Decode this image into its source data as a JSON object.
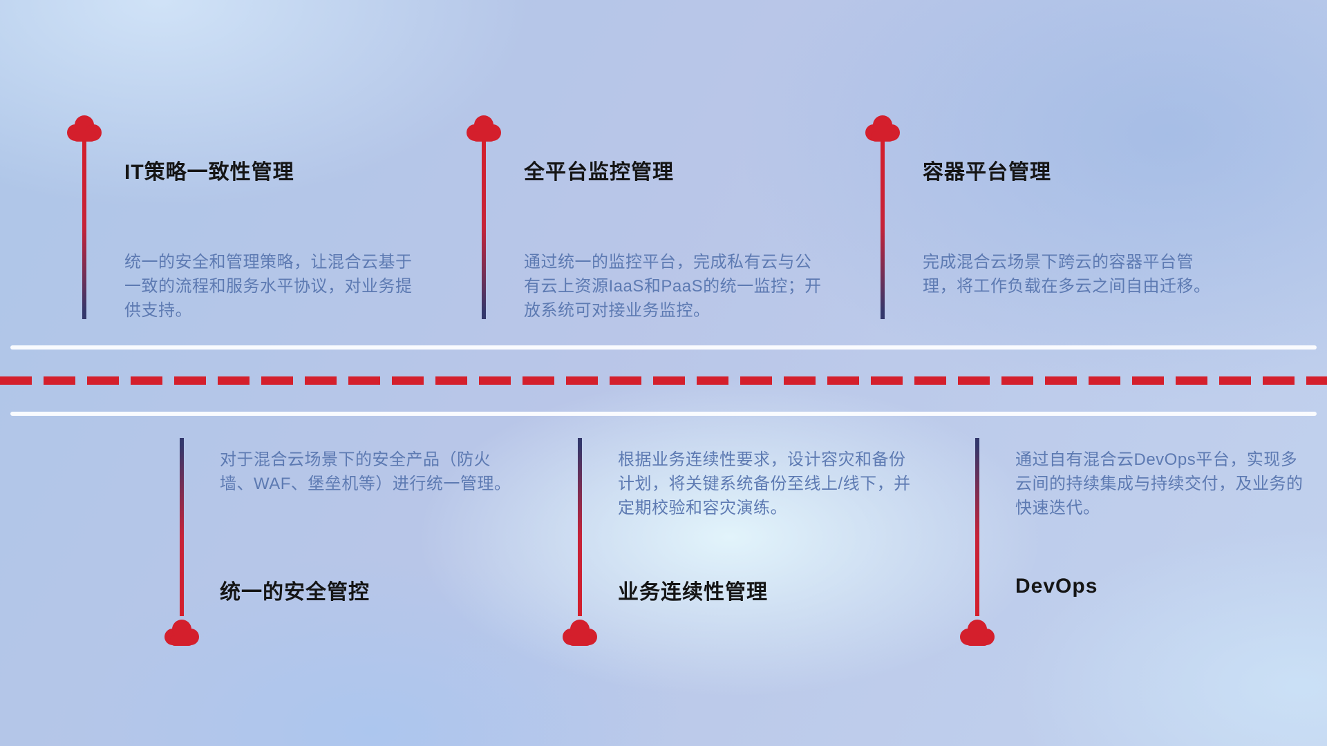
{
  "top_items": [
    {
      "title": "IT策略一致性管理",
      "description": "统一的安全和管理策略，让混合云基于一致的流程和服务水平协议，对业务提供支持。"
    },
    {
      "title": "全平台监控管理",
      "description": "通过统一的监控平台，完成私有云与公有云上资源IaaS和PaaS的统一监控；开放系统可对接业务监控。"
    },
    {
      "title": "容器平台管理",
      "description": "完成混合云场景下跨云的容器平台管理，将工作负载在多云之间自由迁移。"
    }
  ],
  "bottom_items": [
    {
      "title": "统一的安全管控",
      "description": "对于混合云场景下的安全产品（防火墙、WAF、堡垒机等）进行统一管理。"
    },
    {
      "title": "业务连续性管理",
      "description": "根据业务连续性要求，设计容灾和备份计划，将关键系统备份至线上/线下，并定期校验和容灾演练。"
    },
    {
      "title": "DevOps",
      "description": "通过自有混合云DevOps平台，实现多云间的持续集成与持续交付，及业务的快速迭代。"
    }
  ],
  "colors": {
    "accent_red": "#d41f2c",
    "line_navy": "#33376b",
    "description_blue": "#5d7ab2",
    "title_black": "#151515"
  }
}
